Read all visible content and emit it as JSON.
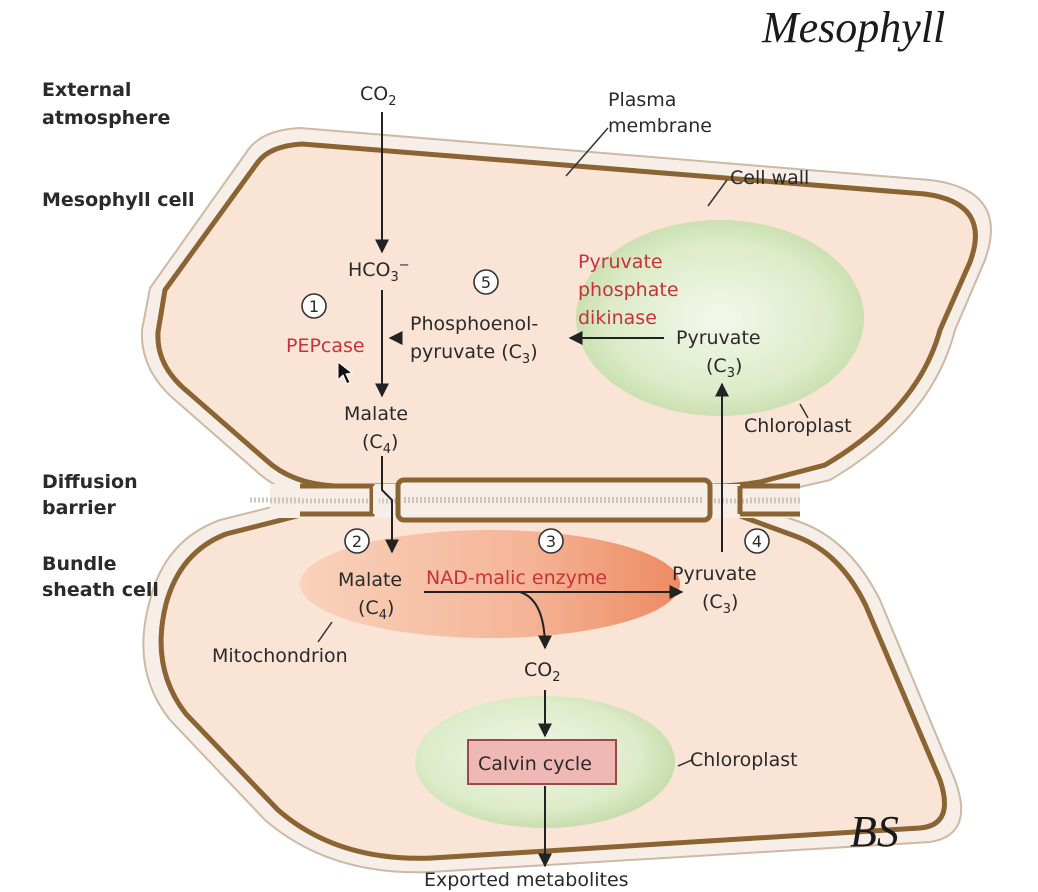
{
  "title_top": "Mesophyll",
  "title_bottom": "BS",
  "left_labels": {
    "external_atmosphere_1": "External",
    "external_atmosphere_2": "atmosphere",
    "mesophyll_cell": "Mesophyll cell",
    "diffusion_barrier_1": "Diffusion",
    "diffusion_barrier_2": "barrier",
    "bundle_sheath_1": "Bundle",
    "bundle_sheath_2": "sheath cell"
  },
  "structure_labels": {
    "plasma_membrane_1": "Plasma",
    "plasma_membrane_2": "membrane",
    "cell_wall": "Cell wall",
    "chloroplast_top": "Chloroplast",
    "chloroplast_bottom": "Chloroplast",
    "mitochondrion": "Mitochondrion"
  },
  "metabolites": {
    "co2_top": "CO",
    "co2_top_sub": "2",
    "hco3": "HCO",
    "hco3_sub": "3",
    "hco3_sup": "−",
    "pep_1": "Phosphoenol-",
    "pep_2": "pyruvate (C",
    "pep_2_sub": "3",
    "pep_2_end": ")",
    "pyruvate_top_1": "Pyruvate",
    "pyruvate_top_2": "(C",
    "pyruvate_top_2_sub": "3",
    "pyruvate_top_2_end": ")",
    "malate_top_1": "Malate",
    "malate_top_2": "(C",
    "malate_top_2_sub": "4",
    "malate_top_2_end": ")",
    "malate_bottom_1": "Malate",
    "malate_bottom_2": "(C",
    "malate_bottom_2_sub": "4",
    "malate_bottom_2_end": ")",
    "pyruvate_bottom_1": "Pyruvate",
    "pyruvate_bottom_2": "(C",
    "pyruvate_bottom_2_sub": "3",
    "pyruvate_bottom_2_end": ")",
    "co2_bottom": "CO",
    "co2_bottom_sub": "2",
    "calvin_cycle": "Calvin cycle",
    "exported": "Exported metabolites"
  },
  "enzymes": {
    "pepcase": "PEPcase",
    "ppdk_1": "Pyruvate",
    "ppdk_2": "phosphate",
    "ppdk_3": "dikinase",
    "nad_malic": "NAD-malic enzyme"
  },
  "steps": [
    "1",
    "2",
    "3",
    "4",
    "5"
  ],
  "colors": {
    "cell_fill": "#f8e6da",
    "wall_brown": "#8a6432",
    "chloroplast_green": "#cfe2b8",
    "mitochondrion_orange": "#f0a07a",
    "enzyme_red": "#c8323a",
    "calvin_box": "#f0b8b4"
  }
}
